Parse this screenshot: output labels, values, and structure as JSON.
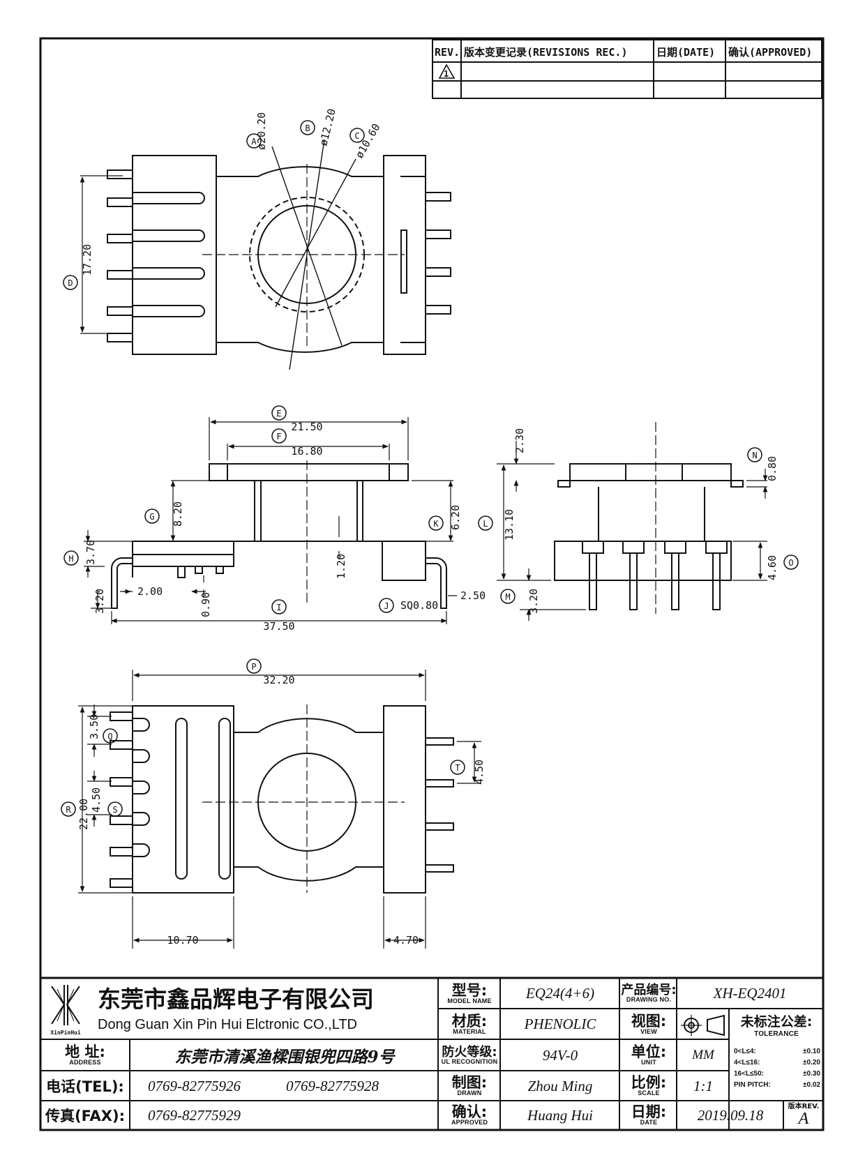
{
  "revision_table": {
    "headers": [
      "REV.",
      "版本变更记录(REVISIONS REC.)",
      "日期(DATE)",
      "确认(APPROVED)"
    ],
    "row1_rev": "1"
  },
  "views": {
    "top_view": {
      "labels": [
        "A",
        "B",
        "C",
        "D"
      ],
      "dims": {
        "a": "ø20.20",
        "b": "ø12.20",
        "c": "ø10.60",
        "d": "17.20"
      }
    },
    "front_view": {
      "labels": [
        "E",
        "F",
        "G",
        "H",
        "I",
        "J",
        "K"
      ],
      "dims": {
        "e": "21.50",
        "f": "16.80",
        "g": "8.20",
        "h": "3.70",
        "h2": "3.20",
        "i": "37.50",
        "j": "SQ0.80",
        "j2": "2.50",
        "k": "6.20",
        "p1": "2.00",
        "p2": "0.90",
        "p3": "1.20"
      }
    },
    "side_view": {
      "labels": [
        "L",
        "M",
        "N",
        "O"
      ],
      "dims": {
        "top": "2.30",
        "n": "0.80",
        "l": "13.10",
        "o": "4.60",
        "m": "3.20"
      }
    },
    "bottom_view": {
      "labels": [
        "P",
        "Q",
        "R",
        "S",
        "T"
      ],
      "dims": {
        "p": "32.20",
        "q": "3.50",
        "r": "22.00",
        "s": "4.50",
        "t": "4.50",
        "w1": "10.70",
        "w2": "4.70"
      }
    }
  },
  "title_block": {
    "logo_text": "XinPinHui",
    "company_cn": "东莞市鑫品辉电子有限公司",
    "company_en": "Dong Guan Xin Pin Hui Elctronic CO.,LTD",
    "address_label": "地  址:",
    "address_sub": "ADDRESS",
    "address": "东莞市清溪渔樑围银兜四路9号",
    "tel_label": "电话(TEL):",
    "tel1": "0769-82775926",
    "tel2": "0769-82775928",
    "fax_label": "传真(FAX):",
    "fax": "0769-82775929",
    "model_label": "型号:",
    "model_sub": "MODEL NAME",
    "model": "EQ24(4+6)",
    "material_label": "材质:",
    "material_sub": "MATERIAL",
    "material": "PHENOLIC",
    "fire_label": "防火等级:",
    "fire_sub": "UL RECOGNITION",
    "fire": "94V-0",
    "drawn_label": "制图:",
    "drawn_sub": "DRAWN",
    "drawn": "Zhou Ming",
    "approved_label": "确认:",
    "approved_sub": "APPROVED",
    "approved": "Huang Hui",
    "drawing_no_label": "产品编号:",
    "drawing_no_sub": "DRAWING NO.",
    "drawing_no": "XH-EQ2401",
    "view_label": "视图:",
    "view_sub": "VIEW",
    "unit_label": "单位:",
    "unit_sub": "UNIT",
    "unit": "MM",
    "scale_label": "比例:",
    "scale_sub": "SCALE",
    "scale": "1:1",
    "date_label": "日期:",
    "date_sub": "DATE",
    "date": "2019.09.18",
    "tolerance_label": "未标注公差:",
    "tolerance_sub": "TOLERANCE",
    "tolerances": [
      {
        "range": "0<L≤4:",
        "value": "±0.10"
      },
      {
        "range": "4<L≤16:",
        "value": "±0.20"
      },
      {
        "range": "16<L≤50:",
        "value": "±0.30"
      },
      {
        "range": "PIN PITCH:",
        "value": "±0.02"
      }
    ],
    "rev_label": "版本REV.",
    "rev": "A"
  }
}
